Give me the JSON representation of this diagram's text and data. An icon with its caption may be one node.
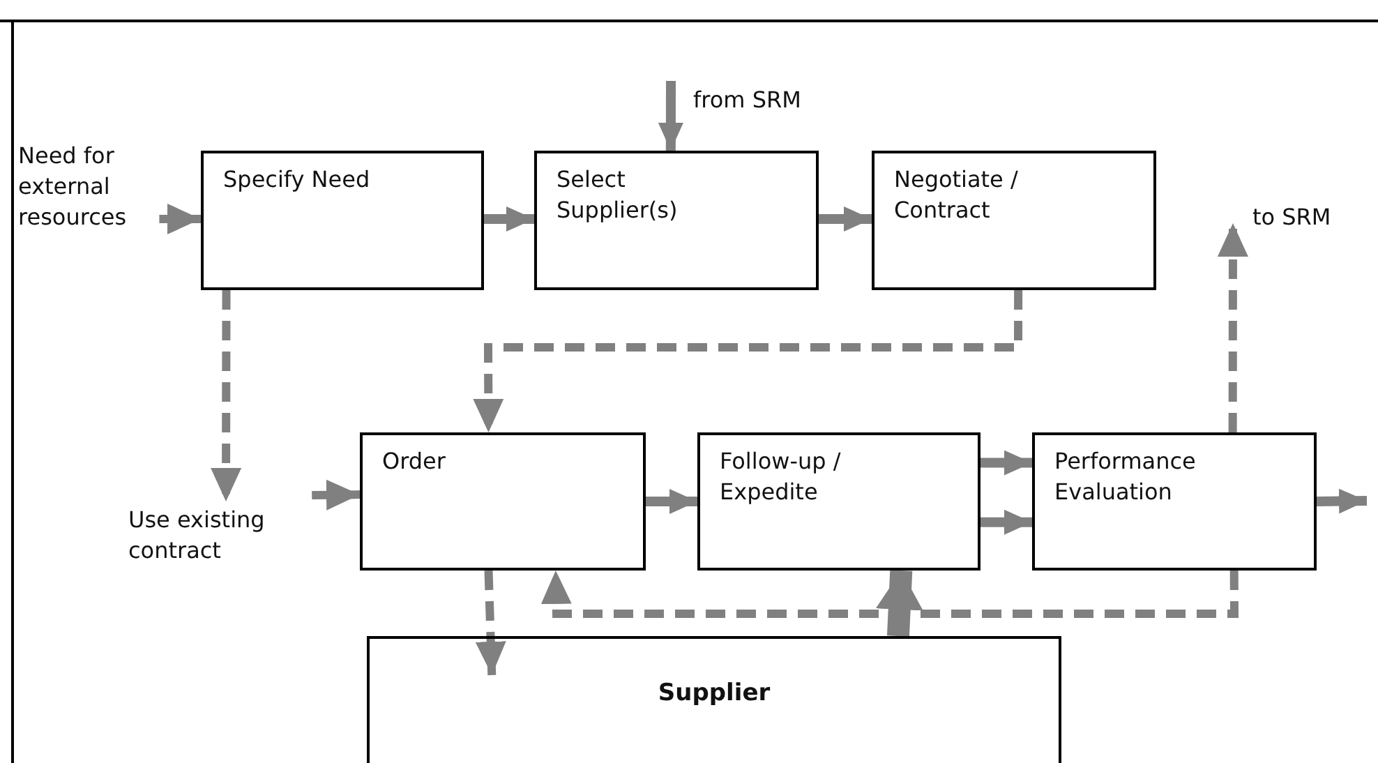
{
  "diagram": {
    "nodes": [
      {
        "text": [
          "Need for external resources"
        ]
      },
      {
        "text": [
          "Specify Need"
        ]
      },
      {
        "text": [
          "Select Supplier(s)"
        ]
      },
      {
        "text": [
          "Negotiate / Contract"
        ]
      },
      {
        "text": [
          "Use existing contract"
        ]
      },
      {
        "text": [
          "Order"
        ]
      },
      {
        "text": [
          "Follow-up / Expedite"
        ]
      },
      {
        "text": [
          "Performance Evaluation"
        ]
      },
      {
        "text": [
          "Supplier"
        ]
      }
    ],
    "edges": [
      {
        "from": 0,
        "to": 1,
        "arrow": "to",
        "style": "dashed"
      },
      {
        "from": 1,
        "to": 2,
        "arrow": "to"
      },
      {
        "from": null,
        "to": 2,
        "arrow": "to",
        "label": "from SRM"
      },
      {
        "from": 2,
        "to": 3,
        "arrow": "to"
      },
      {
        "from": 3,
        "to": 5,
        "arrow": "to",
        "style": "dashed"
      },
      {
        "from": 1,
        "to": 4,
        "arrow": "to",
        "style": "dashed"
      },
      {
        "from": 4,
        "to": 5,
        "arrow": "to",
        "style": "dashed"
      },
      {
        "from": 5,
        "to": 6,
        "arrow": "to"
      },
      {
        "from": 6,
        "to": 7,
        "arrow": "to"
      },
      {
        "from": 6,
        "to": 7,
        "arrow": "to"
      },
      {
        "from": 7,
        "to": null,
        "arrow": "to"
      },
      {
        "from": 7,
        "to": null,
        "arrow": "to",
        "style": "dashed",
        "label": "to SRM"
      },
      {
        "from": 7,
        "to": 5,
        "arrow": "to",
        "style": "dashed"
      },
      {
        "from": 5,
        "to": 8,
        "arrow": "to",
        "style": "dashed"
      },
      {
        "from": 8,
        "to": 6,
        "arrow": "to",
        "style": "thick"
      }
    ]
  }
}
